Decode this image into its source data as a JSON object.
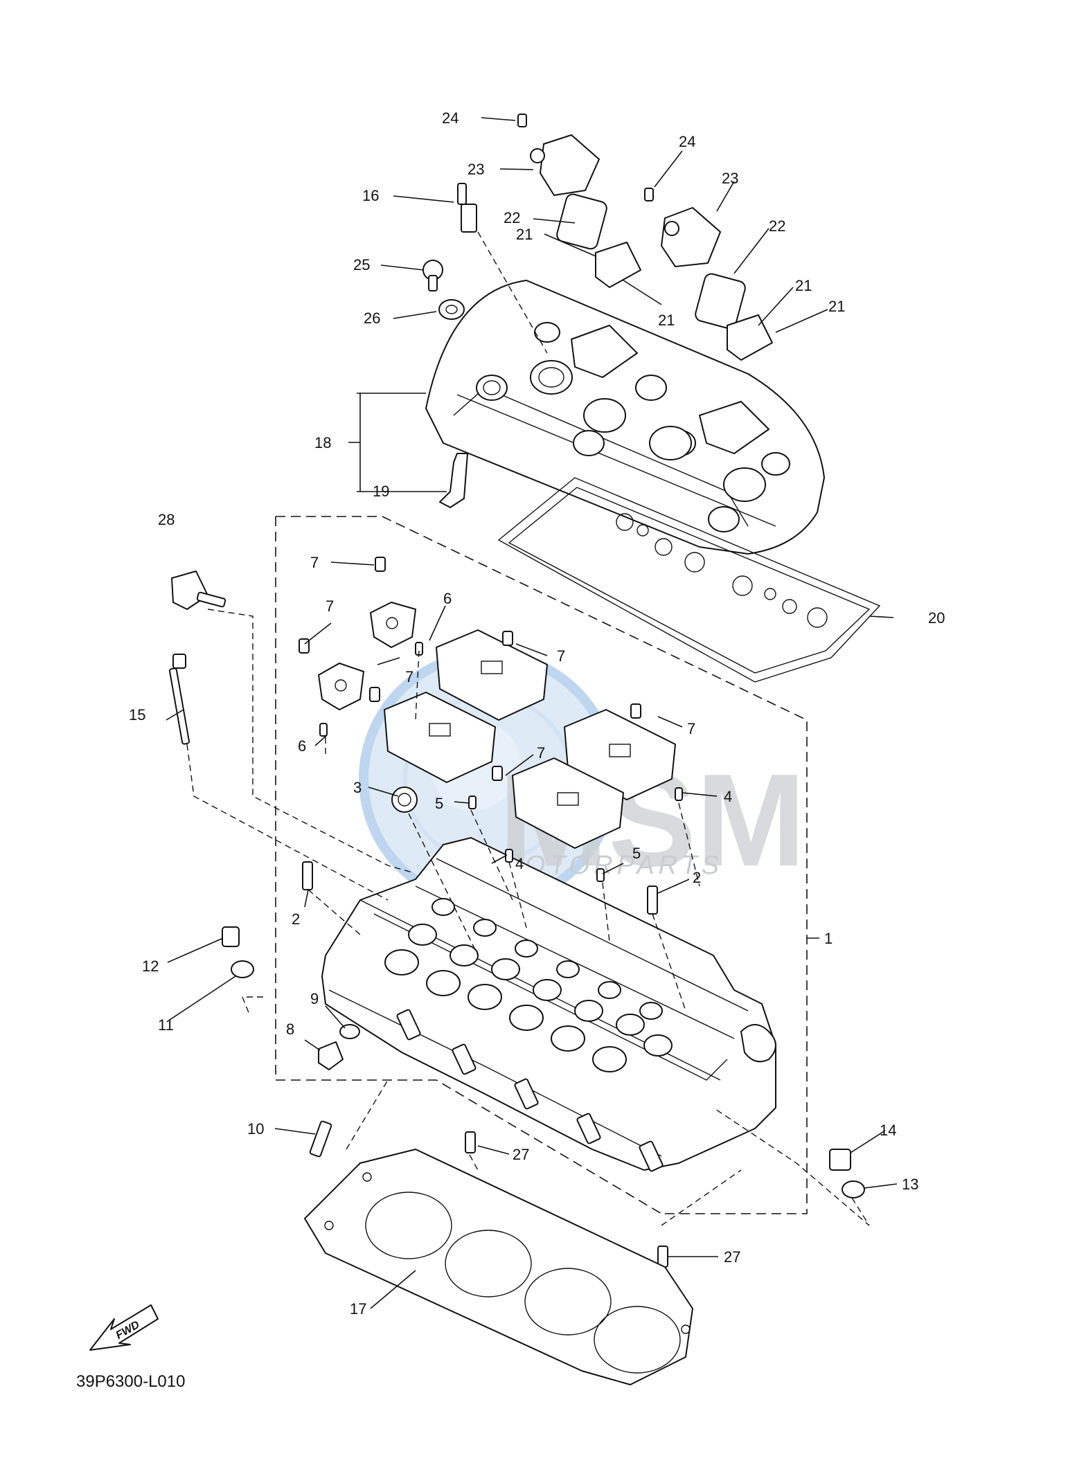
{
  "drawing_code": "39P6300-L010",
  "fwd_label": "FWD",
  "watermark": {
    "logo_text": "MSM",
    "tagline": "MOTORPARTS",
    "colors": {
      "globe": "#cfe2f5",
      "text": "#c4c8cc"
    }
  },
  "callouts": {
    "c1": "1",
    "c2a": "2",
    "c2b": "2",
    "c3": "3",
    "c4a": "4",
    "c4b": "4",
    "c5a": "5",
    "c5b": "5",
    "c6a": "6",
    "c6b": "6",
    "c7a": "7",
    "c7b": "7",
    "c7c": "7",
    "c7d": "7",
    "c7e": "7",
    "c7f": "7",
    "c8": "8",
    "c9": "9",
    "c10": "10",
    "c11": "11",
    "c12": "12",
    "c13": "13",
    "c14": "14",
    "c15": "15",
    "c16": "16",
    "c17": "17",
    "c18": "18",
    "c19": "19",
    "c20": "20",
    "c21a": "21",
    "c21b": "21",
    "c21c": "21",
    "c21d": "21",
    "c22a": "22",
    "c22b": "22",
    "c23a": "23",
    "c23b": "23",
    "c24a": "24",
    "c24b": "24",
    "c25": "25",
    "c26": "26",
    "c27a": "27",
    "c27b": "27",
    "c28": "28"
  }
}
